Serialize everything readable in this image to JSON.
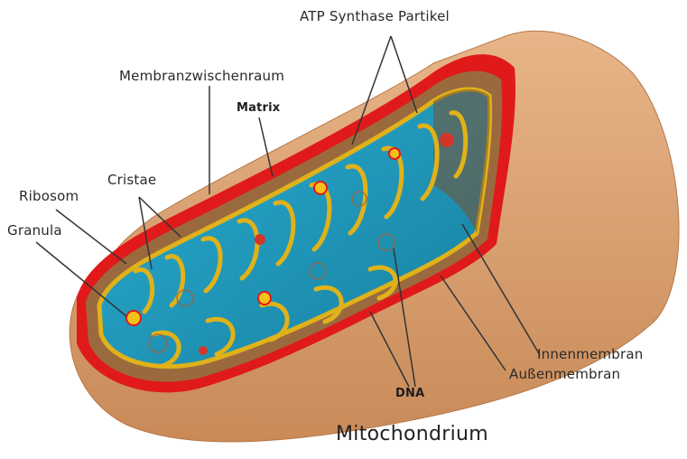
{
  "diagram": {
    "title": "Mitochondrium",
    "labels": {
      "atp_synthase": "ATP Synthase Partikel",
      "membranzwischenraum": "Membranzwischenraum",
      "matrix": "Matrix",
      "cristae": "Cristae",
      "ribosom": "Ribosom",
      "granula": "Granula",
      "innenmembran": "Innenmembran",
      "aussenmembran": "Außenmembran",
      "dna": "DNA"
    }
  },
  "colors": {
    "outer_body": "#d9a172",
    "outer_body_shade": "#c48354",
    "outer_membrane": "#e01a1a",
    "inner_membrane": "#e0b21a",
    "matrix": "#1e9ec4",
    "intermembrane_space": "#9a6a3e",
    "leader_line": "#333333"
  }
}
